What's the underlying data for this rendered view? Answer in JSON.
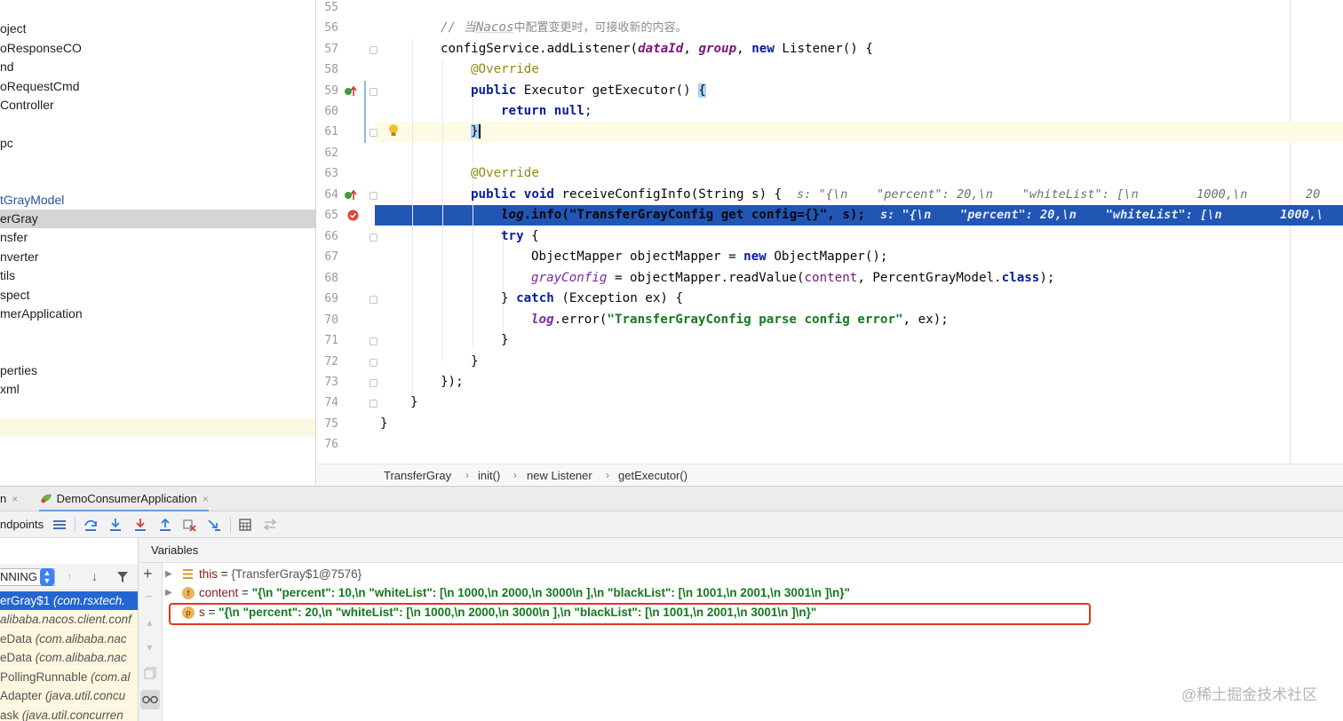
{
  "project_tree": {
    "items": [
      {
        "label": "oject",
        "style": "normal"
      },
      {
        "label": "oResponseCO",
        "style": "normal"
      },
      {
        "label": "nd",
        "style": "normal"
      },
      {
        "label": "oRequestCmd",
        "style": "normal"
      },
      {
        "label": "Controller",
        "style": "normal"
      },
      {
        "label": "",
        "style": "normal"
      },
      {
        "label": "pc",
        "style": "normal"
      },
      {
        "label": "",
        "style": "normal"
      },
      {
        "label": "",
        "style": "normal"
      },
      {
        "label": "tGrayModel",
        "style": "blue"
      },
      {
        "label": "erGray",
        "style": "selected"
      },
      {
        "label": "nsfer",
        "style": "normal"
      },
      {
        "label": "nverter",
        "style": "normal"
      },
      {
        "label": "tils",
        "style": "normal"
      },
      {
        "label": "spect",
        "style": "normal"
      },
      {
        "label": "merApplication",
        "style": "normal"
      },
      {
        "label": "",
        "style": "normal"
      },
      {
        "label": "",
        "style": "normal"
      },
      {
        "label": "perties",
        "style": "normal"
      },
      {
        "label": "xml",
        "style": "normal"
      },
      {
        "label": "",
        "style": "normal"
      },
      {
        "label": "",
        "style": "highlight"
      }
    ]
  },
  "editor": {
    "lines": [
      {
        "num": "55",
        "code": ""
      },
      {
        "num": "56",
        "code": "// 当Nacos中配置变更时，可接收新的内容。"
      },
      {
        "num": "57",
        "code": "configService.addListener(dataId, group, new Listener() {"
      },
      {
        "num": "58",
        "code": "@Override"
      },
      {
        "num": "59",
        "code": "public Executor getExecutor() {"
      },
      {
        "num": "60",
        "code": "return null;"
      },
      {
        "num": "61",
        "code": "}"
      },
      {
        "num": "62",
        "code": ""
      },
      {
        "num": "63",
        "code": "@Override"
      },
      {
        "num": "64",
        "code": "public void receiveConfigInfo(String s) {"
      },
      {
        "num": "65",
        "code": "log.info(\"TransferGrayConfig get config={}\", s);"
      },
      {
        "num": "66",
        "code": "try {"
      },
      {
        "num": "67",
        "code": "ObjectMapper objectMapper = new ObjectMapper();"
      },
      {
        "num": "68",
        "code": "grayConfig = objectMapper.readValue(content, PercentGrayModel.class);"
      },
      {
        "num": "69",
        "code": "} catch (Exception ex) {"
      },
      {
        "num": "70",
        "code": "log.error(\"TransferGrayConfig parse config error\", ex);"
      },
      {
        "num": "71",
        "code": "}"
      },
      {
        "num": "72",
        "code": "}"
      },
      {
        "num": "73",
        "code": "});"
      },
      {
        "num": "74",
        "code": "}"
      },
      {
        "num": "75",
        "code": "}"
      },
      {
        "num": "76",
        "code": ""
      }
    ],
    "inline_hints": {
      "line64": "s: \"{\\n    \"percent\": 20,\\n    \"whiteList\": [\\n        1000,\\n        20",
      "line65": "s: \"{\\n    \"percent\": 20,\\n    \"whiteList\": [\\n        1000,\\"
    },
    "comment_parts": {
      "a": "// 当",
      "b": "Nacos",
      "c": "中配置变更时，可接收新的内容。"
    },
    "tokens": {
      "configService": "configService.addListener(",
      "dataId": "dataId",
      "group": "group",
      "kw_new": "new",
      "listener_tail": " Listener() {",
      "override": "@Override",
      "kw_public": "public",
      "executor_sig": " Executor getExecutor() ",
      "open_brace": "{",
      "kw_return": "return",
      "kw_null": "null",
      "semi": ";",
      "close_brace": "}",
      "kw_void": "void",
      "receive_sig": " receiveConfigInfo(String s) {",
      "log": "log",
      "info_call": ".info(",
      "info_str": "\"TransferGrayConfig get config={}\"",
      "info_tail": ", s);",
      "kw_try": "try",
      "try_tail": " {",
      "om_decl": "ObjectMapper objectMapper = ",
      "om_tail": " ObjectMapper();",
      "grayConfig": "grayConfig",
      "read_call": " = objectMapper.readValue(",
      "content": "content",
      "read_tail": ", PercentGrayModel.",
      "kw_class": "class",
      "read_end": ");",
      "catch_head": "} ",
      "kw_catch": "catch",
      "catch_tail": " (Exception ex) {",
      "error_call": ".error(",
      "error_str": "\"TransferGrayConfig parse config error\"",
      "error_tail": ", ex);",
      "close_paren": "});",
      "comma_sp": ", ",
      "sp": " "
    },
    "breadcrumb": [
      "TransferGray",
      "init()",
      "new Listener",
      "getExecutor()"
    ]
  },
  "debug": {
    "tabs": [
      {
        "label": "n"
      },
      {
        "label": "DemoConsumerApplication"
      }
    ],
    "close_glyph": "×",
    "endpoints_label": "ndpoints",
    "thread_select": "NNING",
    "variables_title": "Variables",
    "frames": [
      {
        "method": "erGray$1 ",
        "cls": "(com.rsxtech.",
        "state": "selected"
      },
      {
        "method": "",
        "cls": "alibaba.nacos.client.conf",
        "state": "lib"
      },
      {
        "method": "eData ",
        "cls": "(com.alibaba.nac",
        "state": "lib"
      },
      {
        "method": "eData ",
        "cls": "(com.alibaba.nac",
        "state": "lib"
      },
      {
        "method": "PollingRunnable ",
        "cls": "(com.al",
        "state": "lib"
      },
      {
        "method": "Adapter ",
        "cls": "(java.util.concu",
        "state": "lib"
      },
      {
        "method": "ask ",
        "cls": "(java.util.concurren",
        "state": "lib"
      }
    ],
    "variables": [
      {
        "name": "this",
        "eq": " = ",
        "value": "{TransferGray$1@7576}",
        "badge": "list",
        "is_string": false
      },
      {
        "name": "content",
        "eq": " = ",
        "value": "\"{\\n  \"percent\": 10,\\n  \"whiteList\": [\\n     1000,\\n     2000,\\n     3000\\n  ],\\n  \"blackList\": [\\n     1001,\\n     2001,\\n     3001\\n  ]\\n}\"",
        "badge": "f",
        "is_string": true
      },
      {
        "name": "s",
        "eq": " = ",
        "value": "\"{\\n  \"percent\": 20,\\n  \"whiteList\": [\\n     1000,\\n     2000,\\n     3000\\n  ],\\n  \"blackList\": [\\n     1001,\\n     2001,\\n     3001\\n  ]\\n}\"",
        "badge": "p",
        "is_string": true
      }
    ]
  },
  "watermark": "@稀土掘金技术社区",
  "colors": {
    "keyword": "#0a1d9e",
    "string": "#137a1e",
    "annotation": "#8c8c14",
    "exec_line": "#2256b5",
    "selection_frame": "#2466d1",
    "highlight_box": "#e0381c"
  }
}
